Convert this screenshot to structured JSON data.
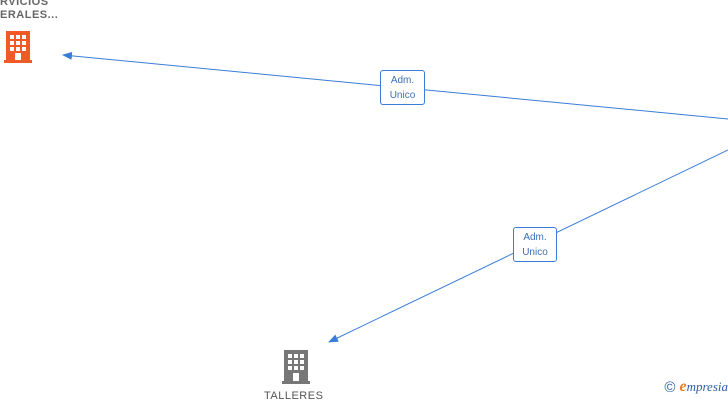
{
  "nodes": [
    {
      "id": "n1",
      "label_lines": [
        "RVICIOS",
        "ERALES..."
      ],
      "color": "#f05a28"
    },
    {
      "id": "n2",
      "label_lines": [
        "TALLERES"
      ],
      "color": "#777777"
    }
  ],
  "edges": [
    {
      "from": "origin",
      "to": "n1",
      "label_lines": [
        "Adm.",
        "Unico"
      ]
    },
    {
      "from": "origin",
      "to": "n2",
      "label_lines": [
        "Adm.",
        "Unico"
      ]
    }
  ],
  "colors": {
    "edge": "#3a7dd8"
  },
  "watermark": {
    "symbol": "©",
    "brand_first": "e",
    "brand_rest": "mpresia"
  }
}
